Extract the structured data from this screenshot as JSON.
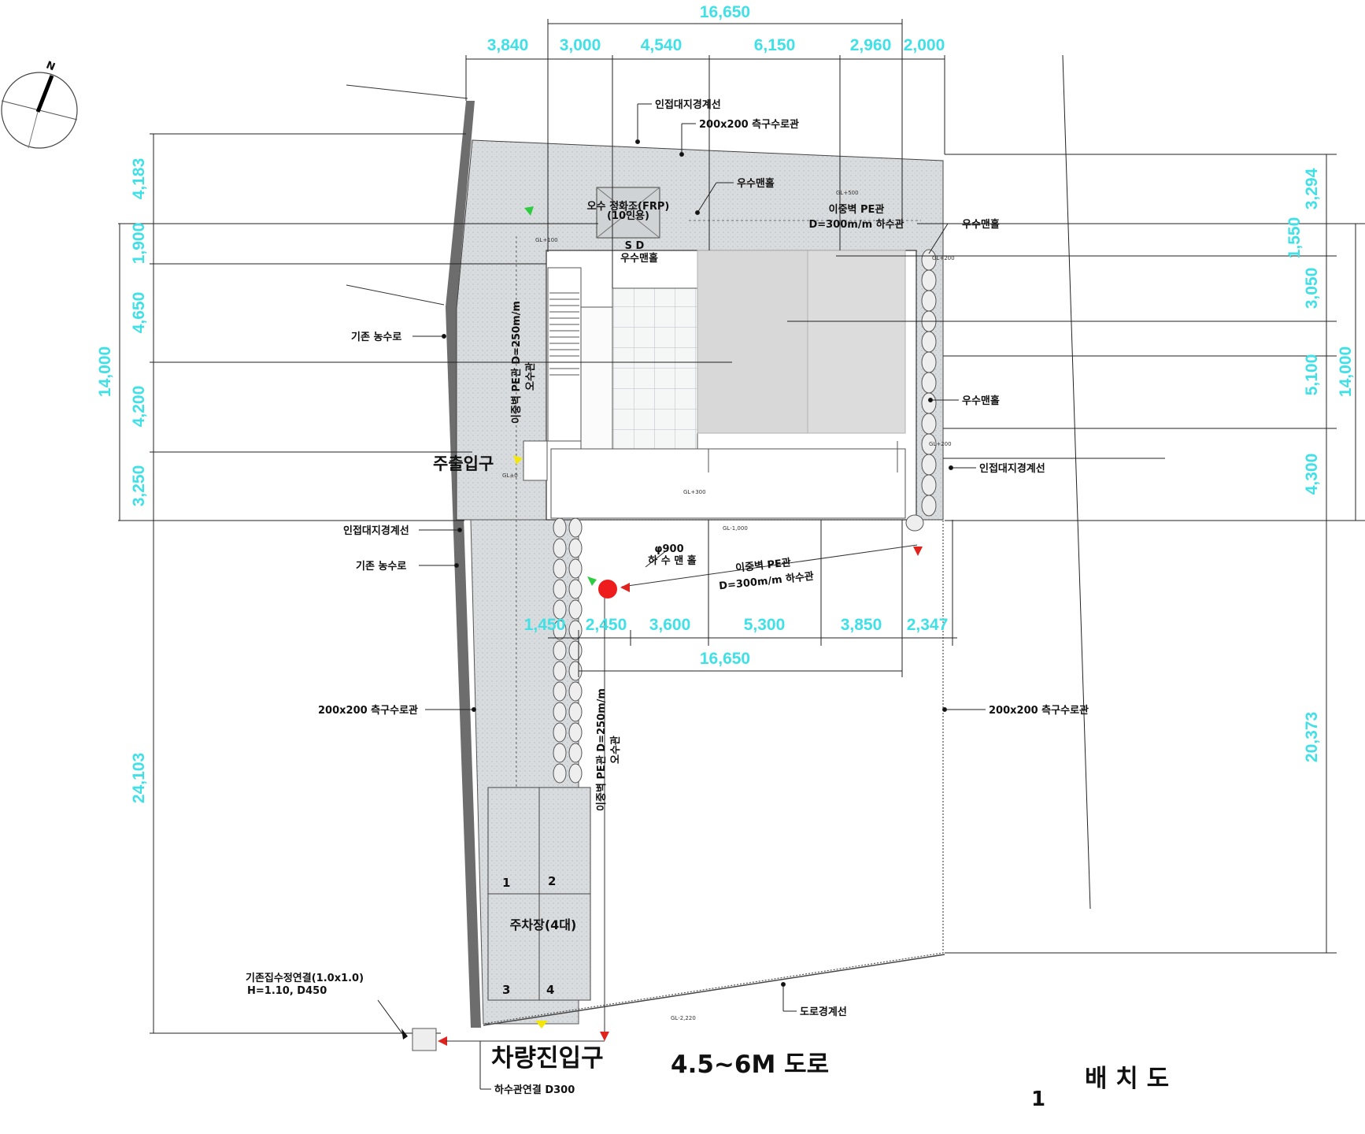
{
  "top_dimensions": {
    "overall": "16,650",
    "segments": [
      "3,840",
      "3,000",
      "4,540",
      "6,150",
      "2,960",
      "2,000"
    ]
  },
  "mid_dimensions": {
    "segments": [
      "1,450",
      "2,450",
      "3,600",
      "5,300",
      "3,850",
      "2,347"
    ],
    "overall": "16,650"
  },
  "left_dimensions": {
    "segments": [
      "4,183",
      "1,900",
      "4,650",
      "4,200",
      "3,250"
    ],
    "overall": "14,000",
    "lower": "24,103"
  },
  "right_dimensions": {
    "segments": [
      "3,294",
      "1,550",
      "3,050",
      "5,100",
      "4,300"
    ],
    "overall": "14,000",
    "lower": "20,373"
  },
  "labels": {
    "boundary_top": "인접대지경계선",
    "gutter_top": "200x200 측구수로관",
    "manhole_top": "우수맨홀",
    "septic": "오수 정화조(FRP)",
    "septic_sub": "(10인용)",
    "pe_pipe_top": "이중벽 PE관",
    "pe_pipe_top_spec": "D=300m/m 하수관",
    "manhole_right1": "우수맨홀",
    "sd": "S D",
    "manhole_sd": "우수맨홀",
    "ditch_left1": "기존 농수로",
    "pe_pipe_left": "이중벽 PE관 D=250m/m",
    "pe_pipe_left_sub": "오수관",
    "manhole_right2": "우수맨홀",
    "main_entrance": "주출입구",
    "boundary_right": "인접대지경계선",
    "boundary_left": "인접대지경계선",
    "ditch_left2": "기존 농수로",
    "manhole_900": "φ900",
    "manhole_900_sub": "하 수 맨 홀",
    "pe_pipe_mid": "이중벽 PE관",
    "pe_pipe_mid_spec": "D=300m/m 하수관",
    "gutter_left": "200x200 측구수로관",
    "gutter_right": "200x200 측구수로관",
    "pe_pipe_lower": "이중벽 PE관 D=250m/m",
    "pe_pipe_lower_sub": "오수관",
    "parking_title": "주차장(4대)",
    "parking_nums": [
      "1",
      "2",
      "3",
      "4"
    ],
    "collection_well": "기존집수정연결(1.0x1.0)",
    "collection_well_spec": "H=1.10, D450",
    "road_boundary": "도로경계선",
    "vehicle_entrance": "차량진입구",
    "road": "4.5~6M 도로",
    "sewer_connection": "하수관연결 D300",
    "drawing_no": "1",
    "drawing_title": "배 치 도",
    "north": "N"
  },
  "levels": {
    "gl_100": "GL+100",
    "gl_500": "GL+500",
    "gl_200a": "GL+200",
    "gl_200b": "GL+200",
    "gl_0": "GL±0",
    "gl_300": "GL+300",
    "gl_m1000": "GL-1,000",
    "gl_m2220": "GL-2,220"
  },
  "colors": {
    "dimension": "#3fe0e6",
    "paving": "#d6d9db",
    "wall": "#6d6d6d",
    "manhole_marker": "#ee1c1c",
    "arrow": "#e0231f",
    "marker_green": "#2ecc40",
    "marker_yellow": "#f2e60a"
  }
}
